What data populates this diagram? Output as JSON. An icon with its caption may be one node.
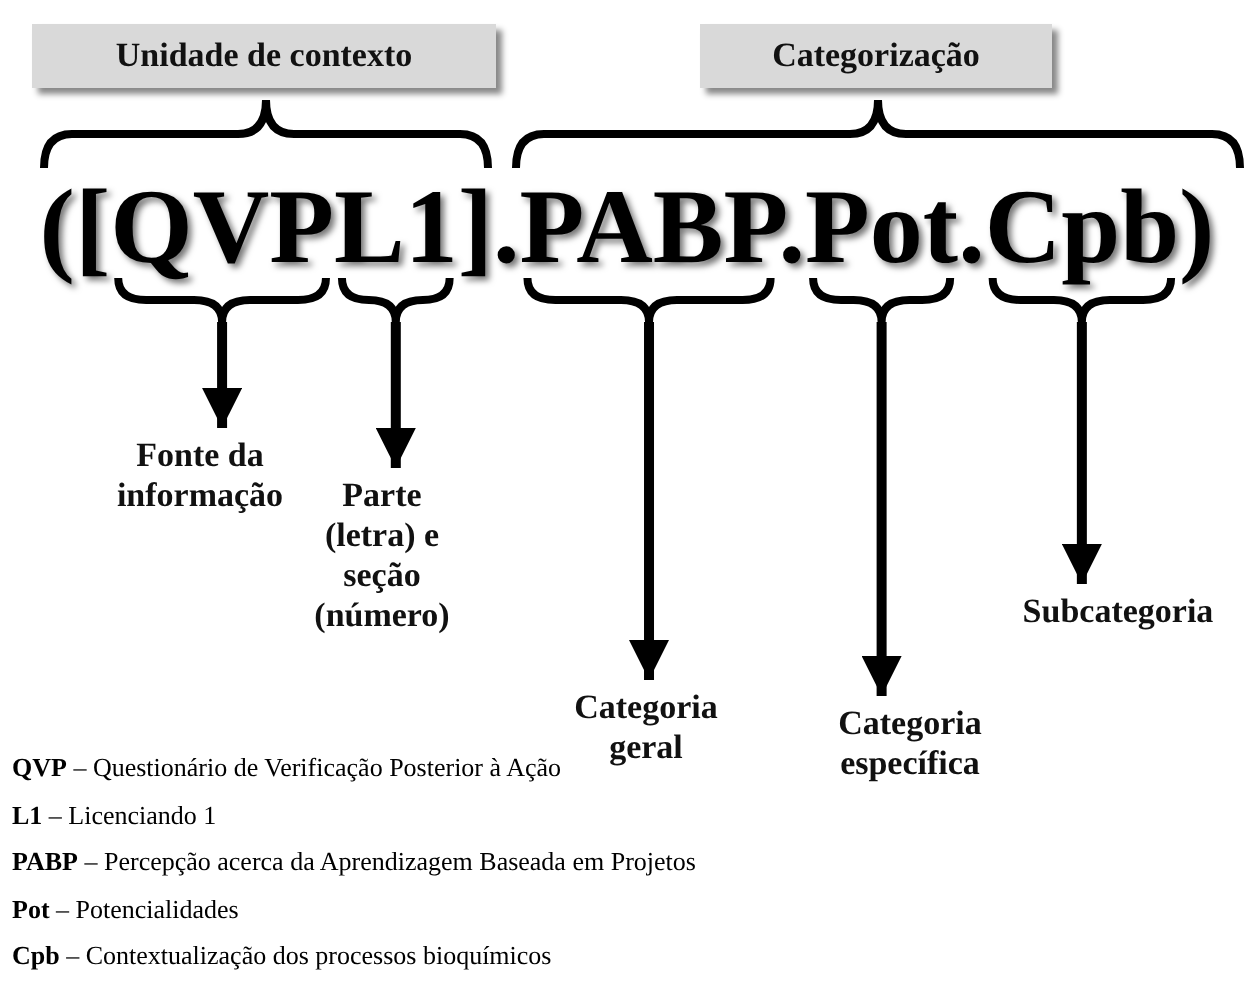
{
  "diagram": {
    "nodes": [
      {
        "text": [
          "Unidade de contexto"
        ]
      },
      {
        "text": [
          "Categorização"
        ]
      },
      {
        "text": [
          "Fonte da informação"
        ]
      },
      {
        "text": [
          "Parte (letra) e seção (número)"
        ]
      },
      {
        "text": [
          "Categoria geral"
        ]
      },
      {
        "text": [
          "Categoria específica"
        ]
      },
      {
        "text": [
          "Subcategoria"
        ]
      },
      {
        "text": [],
        "shape": "brace"
      },
      {
        "text": [],
        "shape": "brace"
      },
      {
        "text": [],
        "shape": "brace"
      },
      {
        "text": [],
        "shape": "brace"
      },
      {
        "text": [],
        "shape": "brace"
      }
    ],
    "edges": [
      {
        "from": 7,
        "to": 2,
        "arrow": "to"
      },
      {
        "from": 8,
        "to": 3,
        "arrow": "to"
      },
      {
        "from": 9,
        "to": 4,
        "arrow": "to"
      },
      {
        "from": 10,
        "to": 5,
        "arrow": "to"
      },
      {
        "from": 11,
        "to": 6,
        "arrow": "to"
      }
    ],
    "labels": [
      "([QVPL1].PABP.Pot.Cpb)",
      "**QVP** – Questionário de Verificação Posterior à Ação",
      "**L1** – Licenciando 1",
      "**PABP** – Percepção acerca da Aprendizagem Baseada em Projetos",
      "**Pot** – Potencialidades",
      "**Cpb** – Contextualização dos processos bioquímicos"
    ]
  }
}
